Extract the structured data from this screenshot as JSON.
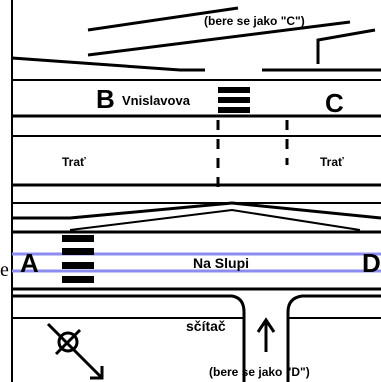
{
  "labels": {
    "note_top": "(bere se jako \"C\")",
    "note_bottom": "(bere se jako \"D\")",
    "b_letter": "B",
    "b_street": "Vnislavova",
    "c_letter": "C",
    "trat_left": "Trať",
    "trat_right": "Trať",
    "a_letter": "A",
    "d_letter": "D",
    "na_slupi": "Na Slupi",
    "edge_glyph": "e",
    "counter": "sčítač"
  },
  "colors": {
    "lines": "#000000",
    "tram_track": "#8c8cf0",
    "background": "#ffffff"
  },
  "icons": {
    "no_turn": "no-turn-prohibition-icon",
    "direction": "up-arrow-icon"
  }
}
